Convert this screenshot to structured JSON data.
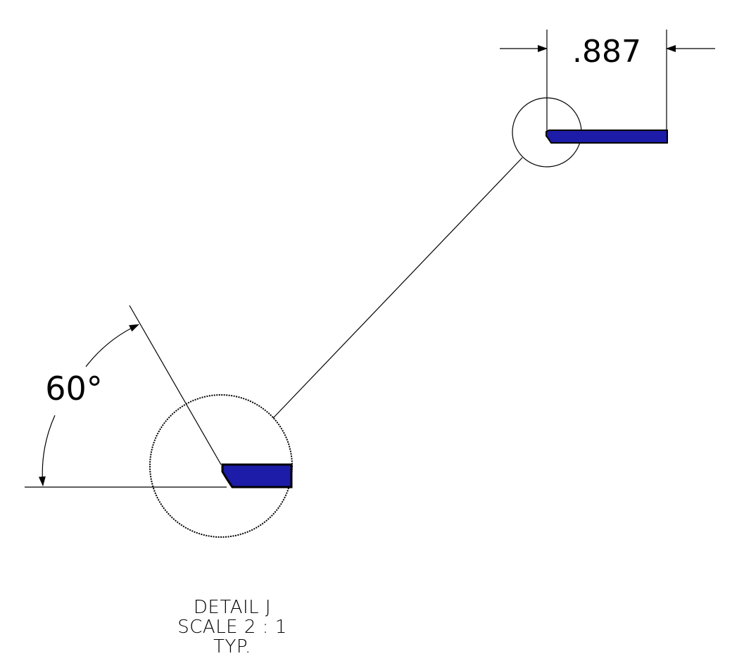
{
  "dimensions": {
    "length": ".887",
    "angle": "60°"
  },
  "detail_label": {
    "line1": "DETAIL J",
    "line2": "SCALE 2 : 1",
    "line3": "TYP."
  },
  "colors": {
    "line": "#000000",
    "part_fill": "#1c1ca8",
    "part_edge": "#000000"
  }
}
